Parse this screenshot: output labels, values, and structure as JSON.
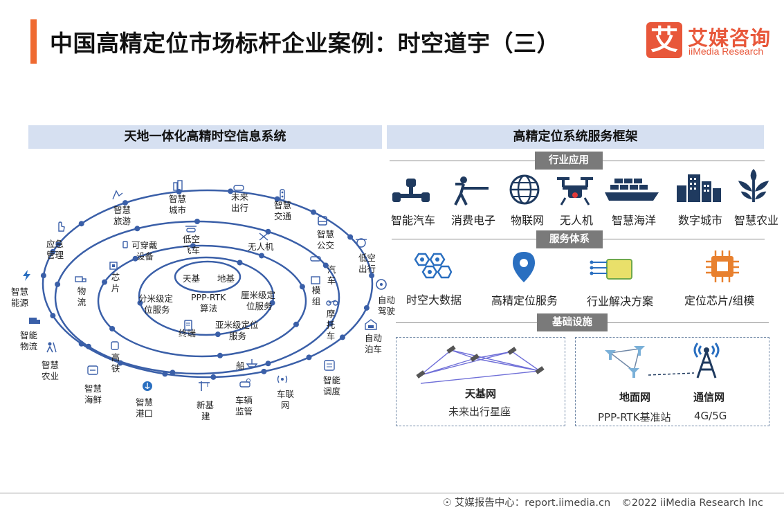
{
  "header": {
    "title": "中国高精定位市场标杆企业案例：时空道宇（三）",
    "logo_cn": "艾媒咨询",
    "logo_en": "iiMedia Research",
    "logo_char": "艾"
  },
  "left_panel": {
    "title": "天地一体化高精时空信息系统",
    "core": [
      "天基",
      "地基",
      "PPP-RTK",
      "算法"
    ],
    "ring2": [
      "分米级定",
      "位服务",
      "厘米级定",
      "位服务",
      "亚米级定位",
      "服务",
      "终端"
    ],
    "ring3": [
      "可穿戴",
      "设备",
      "低空",
      "飞车",
      "无人机",
      "芯片",
      "模组",
      "船"
    ],
    "ring4": [
      "物流",
      "汽车",
      "摩托车",
      "高铁"
    ],
    "outer": [
      "智慧",
      "旅游",
      "智慧",
      "城市",
      "未来",
      "出行",
      "智慧",
      "交通",
      "智慧",
      "公交",
      "低空",
      "出行",
      "自动",
      "驾驶",
      "自动",
      "泊车",
      "智能",
      "调度",
      "车联",
      "网",
      "车辆",
      "监管",
      "新基",
      "建",
      "智慧",
      "港口",
      "智慧",
      "海鲜",
      "智慧",
      "农业",
      "智能",
      "物流",
      "智慧",
      "能源",
      "应急",
      "管理"
    ]
  },
  "right_panel": {
    "title": "高精定位系统服务框架",
    "industry_tag": "行业应用",
    "industry": [
      "智能汽车",
      "消费电子",
      "物联网",
      "无人机",
      "智慧海洋",
      "数字城市",
      "智慧农业"
    ],
    "service_tag": "服务体系",
    "services": [
      "时空大数据",
      "高精定位服务",
      "行业解决方案",
      "定位芯片/组模"
    ],
    "infra_tag": "基础设施",
    "infra": {
      "space_title": "天基网",
      "space_sub": "未来出行星座",
      "ground_title": "地面网",
      "ground_sub": "PPP-RTK基准站",
      "comm_title": "通信网",
      "comm_sub": "4G/5G"
    }
  },
  "footer": {
    "source": "艾媒报告中心：report.iimedia.cn",
    "copyright": "©2022  iiMedia Research  Inc"
  },
  "colors": {
    "accent": "#ef6a31",
    "brand": "#e8573a",
    "orbit": "#3a5fa8",
    "header_bg": "#d6e0f1",
    "tag_bg": "#7a7a7a",
    "icon_blue": "#2a6fc0",
    "icon_dark": "#1f3a5f"
  }
}
